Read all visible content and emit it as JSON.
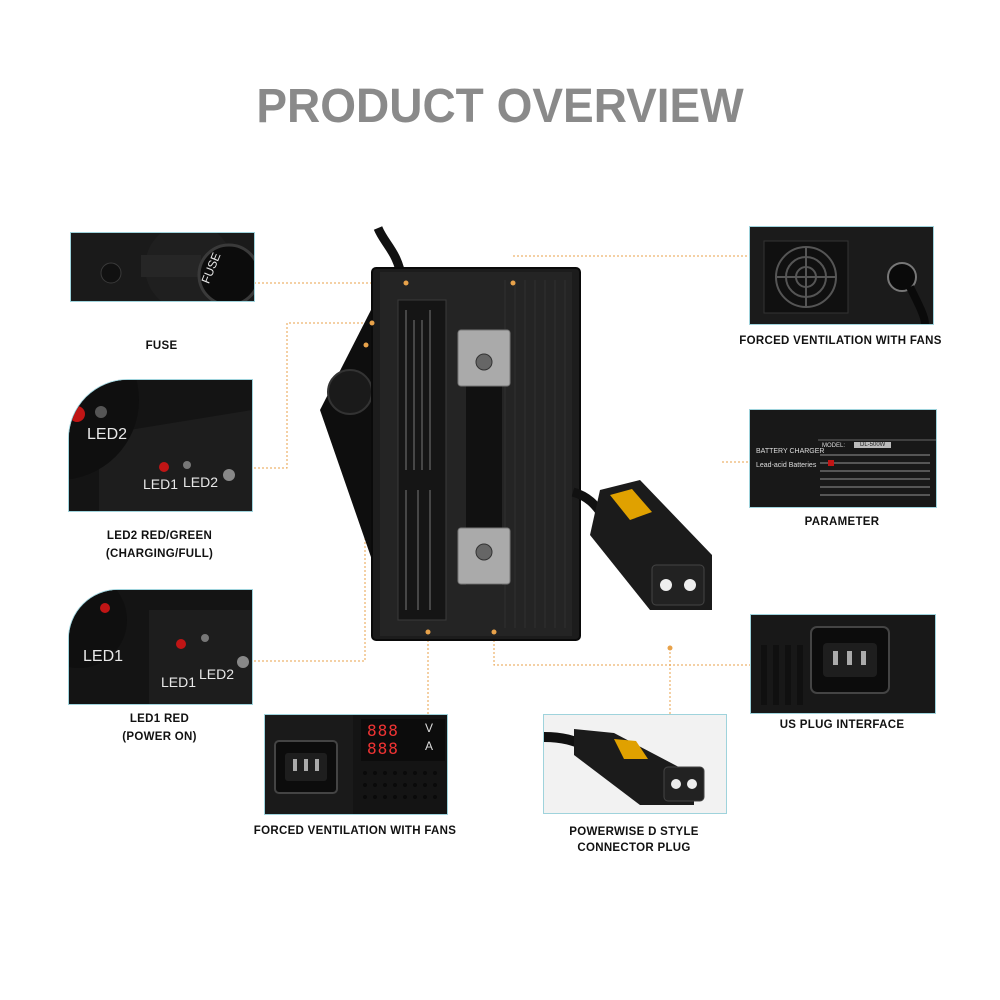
{
  "title": "PRODUCT OVERVIEW",
  "callouts": {
    "fuse": "FUSE",
    "led2_line1": "LED2 RED/GREEN",
    "led2_line2": "(CHARGING/FULL)",
    "led1_line1": "LED1 RED",
    "led1_line2": "(POWER ON)",
    "fans_top": "FORCED VENTILATION WITH FANS",
    "parameter": "PARAMETER",
    "us_plug": "US PLUG INTERFACE",
    "fans_bottom": "FORCED VENTILATION WITH FANS",
    "connector_line1": "POWERWISE D STYLE",
    "connector_line2": "CONNECTOR PLUG"
  },
  "photo_text": {
    "fuse_cap": "FUSE",
    "led1": "LED1",
    "led2": "LED2",
    "label_brand": "BATTERY CHARGER",
    "label_type": "Lead-acid Batteries",
    "label_model": "MODEL:",
    "label_model_value": "DL-500W",
    "display_unit_v": "V",
    "display_unit_a": "A",
    "display_digits": "888"
  },
  "colors": {
    "title": "#8a8a8a",
    "leader_line": "#e8a24a",
    "photo_border": "#9fd3dc",
    "device_body": "#1c1c1c"
  }
}
